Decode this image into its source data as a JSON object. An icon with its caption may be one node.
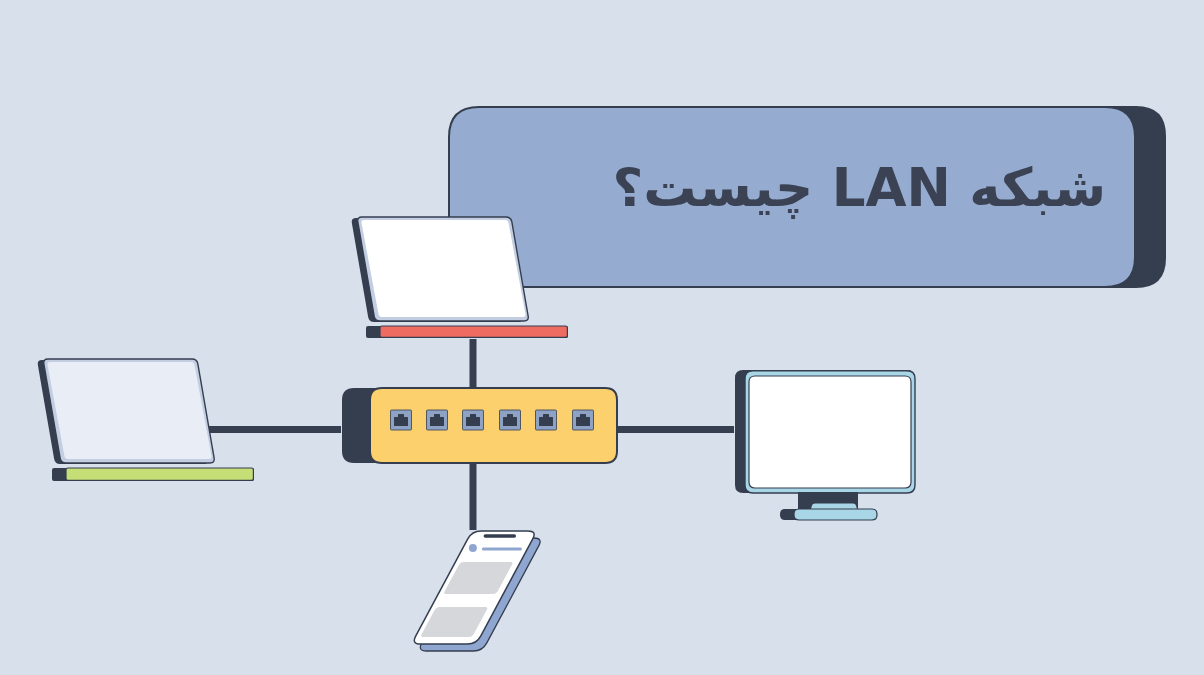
{
  "diagram": {
    "title": "شبکه LAN چیست؟",
    "nodes": [
      {
        "text": [],
        "shape": "laptop"
      },
      {
        "text": [],
        "shape": "laptop"
      },
      {
        "text": [],
        "shape": "switch"
      },
      {
        "text": [],
        "shape": "monitor"
      },
      {
        "text": [],
        "shape": "phone"
      }
    ],
    "edges": [
      {
        "from": 2,
        "to": 0,
        "arrow": "none"
      },
      {
        "from": 2,
        "to": 1,
        "arrow": "none"
      },
      {
        "from": 2,
        "to": 3,
        "arrow": "none"
      },
      {
        "from": 2,
        "to": 4,
        "arrow": "none"
      }
    ]
  }
}
